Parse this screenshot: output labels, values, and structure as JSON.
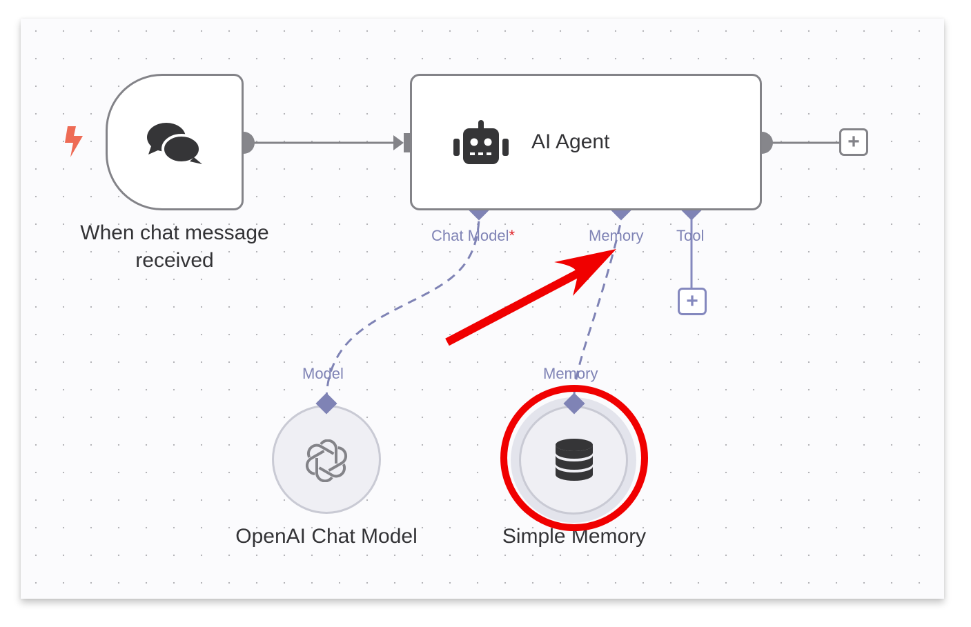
{
  "canvas": {
    "background": "#fbfbfd",
    "grid": "dotted"
  },
  "colors": {
    "node_border": "#838388",
    "connector_main": "#838388",
    "connector_ai": "#7f83b5",
    "trigger_bolt": "#ee6b55",
    "required_mark": "#e0242a",
    "annotation_red": "#f00000",
    "icon_dark": "#353537"
  },
  "nodes": {
    "trigger": {
      "label": "When chat message received",
      "icon": "chat-bubbles-icon",
      "badge_icon": "lightning-bolt-icon"
    },
    "agent": {
      "label": "AI Agent",
      "icon": "robot-icon",
      "ports": [
        {
          "label": "Chat Model",
          "required_mark": "*"
        },
        {
          "label": "Memory"
        },
        {
          "label": "Tool"
        }
      ],
      "add_output_label": "+",
      "add_tool_label": "+"
    },
    "openai": {
      "label": "OpenAI Chat Model",
      "icon": "openai-logo-icon",
      "port_label": "Model"
    },
    "memory": {
      "label": "Simple Memory",
      "icon": "database-icon",
      "port_label": "Memory",
      "highlighted": true
    }
  },
  "annotations": [
    {
      "type": "arrow",
      "color": "#f00000",
      "points_to": "AI Agent Memory port"
    },
    {
      "type": "circle",
      "color": "#f00000",
      "around": "Simple Memory"
    }
  ]
}
